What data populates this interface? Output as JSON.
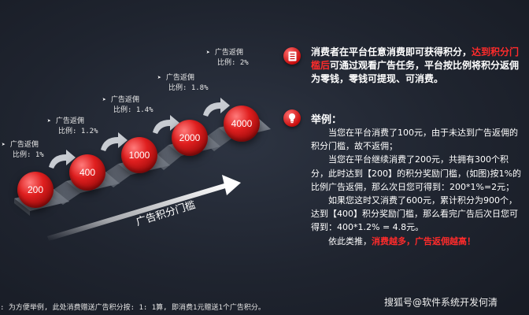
{
  "tiers": [
    {
      "ball": "200",
      "heading": "广告返佣",
      "ratio": "比例: 1%"
    },
    {
      "ball": "400",
      "heading": "广告返佣",
      "ratio": "比例: 1.2%"
    },
    {
      "ball": "1000",
      "heading": "广告返佣",
      "ratio": "比例: 1.4%"
    },
    {
      "ball": "2000",
      "heading": "广告返佣",
      "ratio": "比例: 1.8%"
    },
    {
      "ball": "4000",
      "heading": "广告返佣",
      "ratio": "比例: 2%"
    }
  ],
  "threshold_label": "广告积分门槛",
  "footnote": ": 为方便举例, 此处消费赠送广告积分按: 1: 1算, 即消费1元赠送1个广告积分。",
  "intro": {
    "part1": "消费者在平台任意消费即可获得积分，",
    "highlight": "达到积分门槛后",
    "part2": "可通过观看广告任务，平台按比例将积分返佣为零钱，零钱可提现、可消费。"
  },
  "example": {
    "title": "举例：",
    "p1": "当您在平台消费了100元，由于未达到广告返佣的积分门槛，故不返佣；",
    "p2": "当您在平台继续消费了200元，共拥有300个积分，此时达到【200】的积分奖励门槛，(如图)按1%的比例广告返佣，那么次日您可得到：200*1%=2元；",
    "p3": "如果您这时又消费了600元，累计积分为900个，达到【400】积分奖励门槛，那么看完广告后次日您可得到：400*1.2% = 4.8元。",
    "p4_prefix": "依此类推，",
    "p4_highlight": "消费越多，广告返佣越高！"
  },
  "watermark": "搜狐号@软件系统开发何清",
  "colors": {
    "accent_red": "#ff2b2b",
    "ball_red": "#e01f1f",
    "background": "#1f242f"
  },
  "icons": {
    "intro_icon": "document-icon",
    "example_icon": "lightbulb-icon"
  }
}
